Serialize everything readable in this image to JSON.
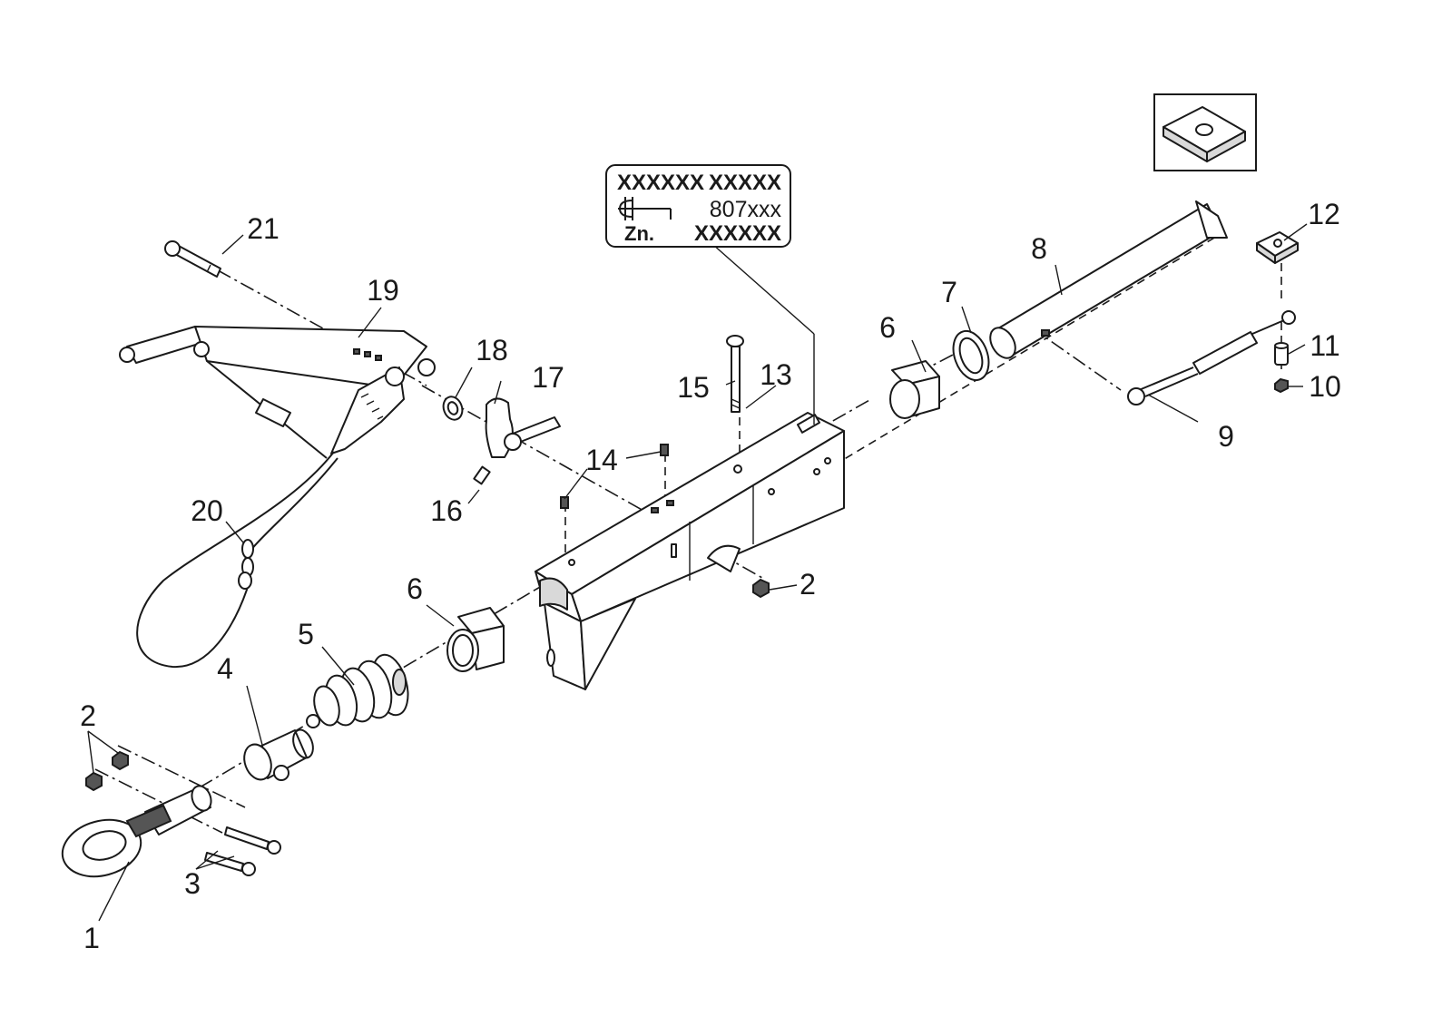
{
  "nameplate": {
    "row1_left": "XXXXXX",
    "row1_right": "XXXXX",
    "row2_number": "807xxx",
    "row3_label": "Zn.",
    "row3_value": "XXXXXX"
  },
  "callouts": [
    "1",
    "2",
    "3",
    "4",
    "5",
    "6",
    "7",
    "8",
    "9",
    "10",
    "11",
    "12",
    "13",
    "14",
    "15",
    "16",
    "17",
    "18",
    "19",
    "20",
    "21"
  ]
}
